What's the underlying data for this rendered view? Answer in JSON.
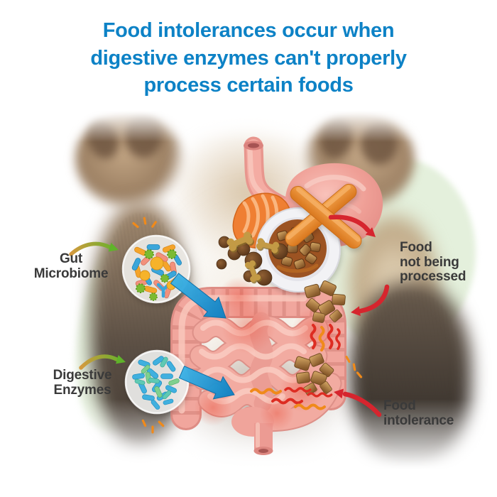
{
  "title": {
    "line1": "Food intolerances occur when",
    "line2": "digestive enzymes can't properly",
    "line3": "process certain foods"
  },
  "labels": {
    "gut_microbiome": {
      "line1": "Gut",
      "line2": "Microbiome"
    },
    "digestive_enzymes": {
      "line1": "Digestive",
      "line2": "Enzymes"
    },
    "food_not_processed": {
      "line1": "Food",
      "line2": "not being",
      "line3": "processed"
    },
    "food_intolerance": {
      "line1": "Food",
      "line2": "intolerance"
    }
  },
  "colors": {
    "title_blue": "#0d82c6",
    "label_gray": "#3a3a3a",
    "benefit_arrow_green": "#5fb32a",
    "flow_arrow_blue": "#1a9ad6",
    "problem_arrow_red": "#d6252e",
    "intestine_pink": "#f2a69d",
    "irritation_orange": "#f08a1a",
    "background_blob_green": "#e6f1de"
  },
  "diagram": {
    "parts": [
      "esophagus",
      "stomach",
      "large-intestine",
      "small-intestine",
      "rectum",
      "dog-food-bowl",
      "salmon",
      "treat-sticks",
      "kibble",
      "bone-treats",
      "gut-microbiome-lens",
      "digestive-enzymes-lens",
      "unprocessed-food-chunks",
      "irritation-squiggles"
    ]
  }
}
